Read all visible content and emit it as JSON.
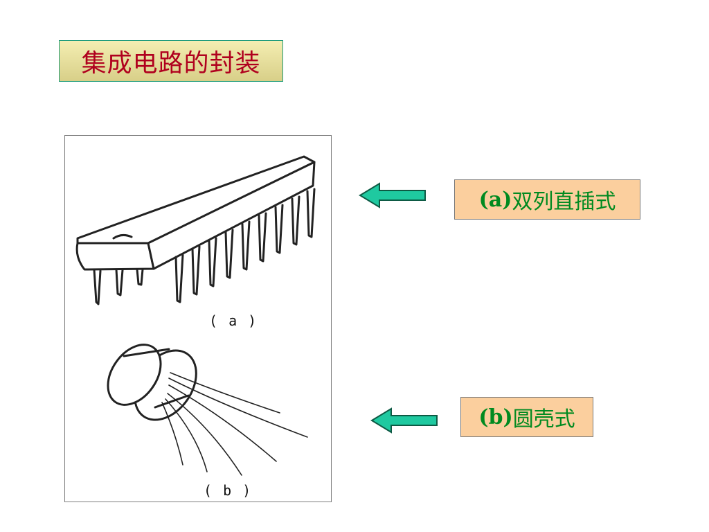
{
  "title": "集成电路的封装",
  "figure": {
    "label_a": "( a )",
    "label_b": "( b )"
  },
  "labels": [
    {
      "tag": "(a)",
      "text": "双列直插式"
    },
    {
      "tag": "(b)",
      "text": "圆壳式"
    }
  ],
  "colors": {
    "title_text": "#b0001e",
    "title_bg": "#e8df9c",
    "label_bg": "#fbcf9e",
    "label_text": "#008a20",
    "arrow_fill": "#1fc9a0"
  },
  "icons": [
    "left-arrow-icon",
    "dip-chip-drawing",
    "can-package-drawing"
  ]
}
